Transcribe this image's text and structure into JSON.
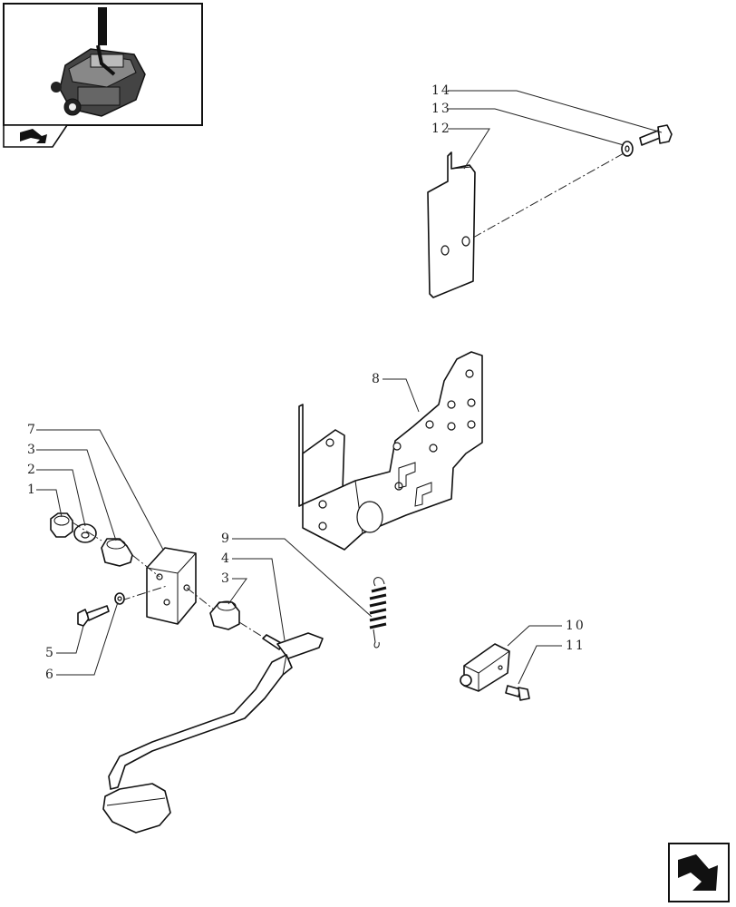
{
  "callouts": [
    {
      "id": "c14",
      "label": "14"
    },
    {
      "id": "c13",
      "label": "13"
    },
    {
      "id": "c12",
      "label": "12"
    },
    {
      "id": "c8",
      "label": "8"
    },
    {
      "id": "c7",
      "label": "7"
    },
    {
      "id": "c3a",
      "label": "3"
    },
    {
      "id": "c2",
      "label": "2"
    },
    {
      "id": "c1",
      "label": "1"
    },
    {
      "id": "c9",
      "label": "9"
    },
    {
      "id": "c4",
      "label": "4"
    },
    {
      "id": "c3b",
      "label": "3"
    },
    {
      "id": "c5",
      "label": "5"
    },
    {
      "id": "c6",
      "label": "6"
    },
    {
      "id": "c10",
      "label": "10"
    },
    {
      "id": "c11",
      "label": "11"
    }
  ],
  "icons": {
    "thumbnail": "engine-thumbnail-icon",
    "back": "back-arrow-icon",
    "next": "next-page-arrow-icon"
  }
}
